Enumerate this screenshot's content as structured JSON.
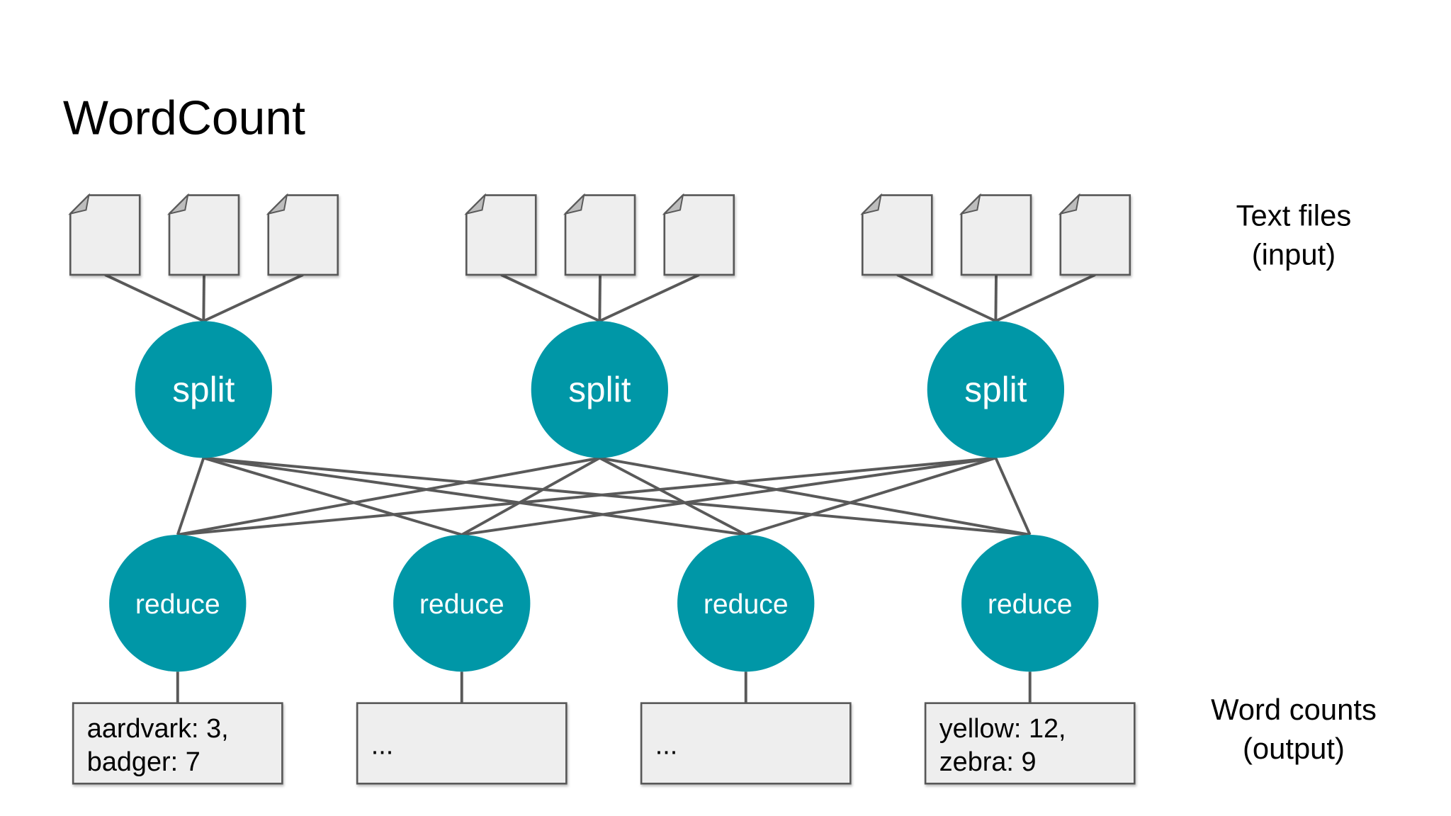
{
  "title": "WordCount",
  "colors": {
    "node": "#0097a7",
    "edge": "#595959",
    "file_fill": "#eeeeee",
    "box_fill": "#eeeeee"
  },
  "labels": {
    "input": [
      "Text files",
      "(input)"
    ],
    "output": [
      "Word counts",
      "(output)"
    ]
  },
  "split_nodes": [
    {
      "label": "split"
    },
    {
      "label": "split"
    },
    {
      "label": "split"
    }
  ],
  "reduce_nodes": [
    {
      "label": "reduce"
    },
    {
      "label": "reduce"
    },
    {
      "label": "reduce"
    },
    {
      "label": "reduce"
    }
  ],
  "files_per_split": 3,
  "outputs": [
    {
      "lines": [
        "aardvark: 3,",
        "badger: 7"
      ]
    },
    {
      "lines": [
        "..."
      ]
    },
    {
      "lines": [
        "..."
      ]
    },
    {
      "lines": [
        "yellow: 12,",
        "zebra: 9"
      ]
    }
  ]
}
